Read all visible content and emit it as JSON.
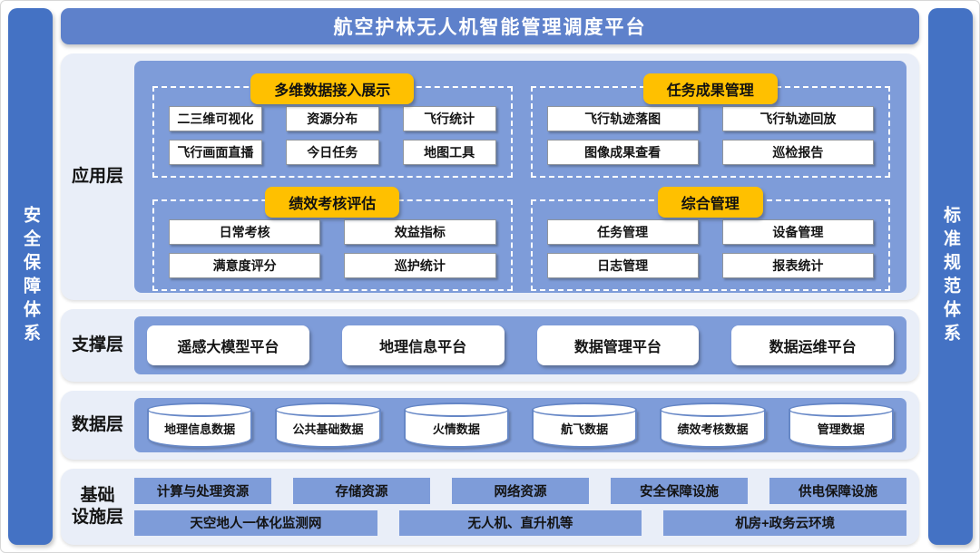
{
  "title": "航空护林无人机智能管理调度平台",
  "pillars": {
    "left": "安全保障体系",
    "right": "标准规范体系"
  },
  "layers": {
    "application": {
      "label": "应用层",
      "groups": [
        {
          "header": "多维数据接入展示",
          "items": [
            "二三维可视化",
            "资源分布",
            "飞行统计",
            "飞行画面直播",
            "今日任务",
            "地图工具"
          ]
        },
        {
          "header": "任务成果管理",
          "items": [
            "飞行轨迹落图",
            "飞行轨迹回放",
            "图像成果查看",
            "巡检报告"
          ]
        },
        {
          "header": "绩效考核评估",
          "items": [
            "日常考核",
            "效益指标",
            "满意度评分",
            "巡护统计"
          ]
        },
        {
          "header": "综合管理",
          "items": [
            "任务管理",
            "设备管理",
            "日志管理",
            "报表统计"
          ]
        }
      ]
    },
    "support": {
      "label": "支撑层",
      "items": [
        "遥感大模型平台",
        "地理信息平台",
        "数据管理平台",
        "数据运维平台"
      ]
    },
    "data": {
      "label": "数据层",
      "items": [
        "地理信息数据",
        "公共基础数据",
        "火情数据",
        "航飞数据",
        "绩效考核数据",
        "管理数据"
      ]
    },
    "infrastructure": {
      "label": "基础\n设施层",
      "row1": [
        "计算与处理资源",
        "存储资源",
        "网络资源",
        "安全保障设施",
        "供电保障设施"
      ],
      "row2": [
        "天空地人一体化监测网",
        "无人机、直升机等",
        "机房+政务云环境"
      ]
    }
  },
  "colors": {
    "pillar_blue": "#4472C4",
    "header_blue": "#5E81CB",
    "panel_light": "#E9EEF8",
    "panel_blue": "#7E9CD9",
    "accent_yellow": "#FFC000",
    "cylinder_border": "#6687C6"
  }
}
